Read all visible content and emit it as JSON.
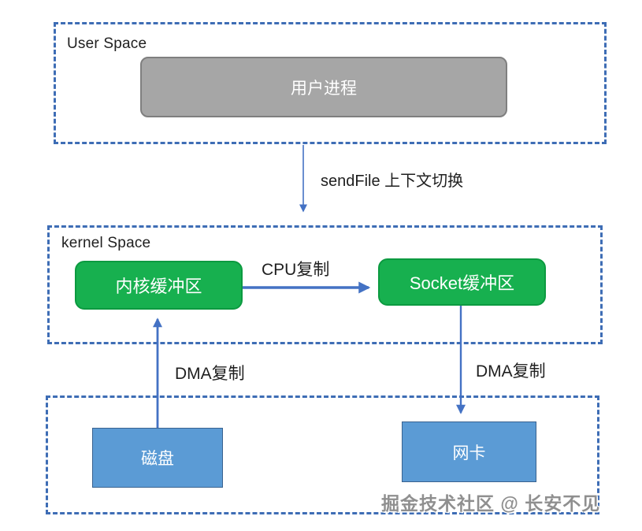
{
  "sections": {
    "user_space": {
      "label": "User Space",
      "process": "用户进程"
    },
    "kernel_space": {
      "label": "kernel Space",
      "kernel_buffer": "内核缓冲区",
      "socket_buffer": "Socket缓冲区"
    },
    "hardware": {
      "disk": "磁盘",
      "nic": "网卡"
    }
  },
  "labels": {
    "sendfile": "sendFile 上下文切换",
    "cpu_copy": "CPU复制",
    "dma_copy_left": "DMA复制",
    "dma_copy_right": "DMA复制"
  },
  "watermark": "掘金技术社区 @ 长安不见",
  "colors": {
    "dashed_border": "#3E6DB5",
    "arrow": "#4472C4",
    "green_fill": "#17B04F",
    "green_border": "#0C9A40",
    "blue_fill": "#5B9BD5",
    "blue_border": "#39628F",
    "gray_fill": "#A6A6A6",
    "gray_border": "#7F7F7F",
    "watermark": "#8F8F8F"
  }
}
